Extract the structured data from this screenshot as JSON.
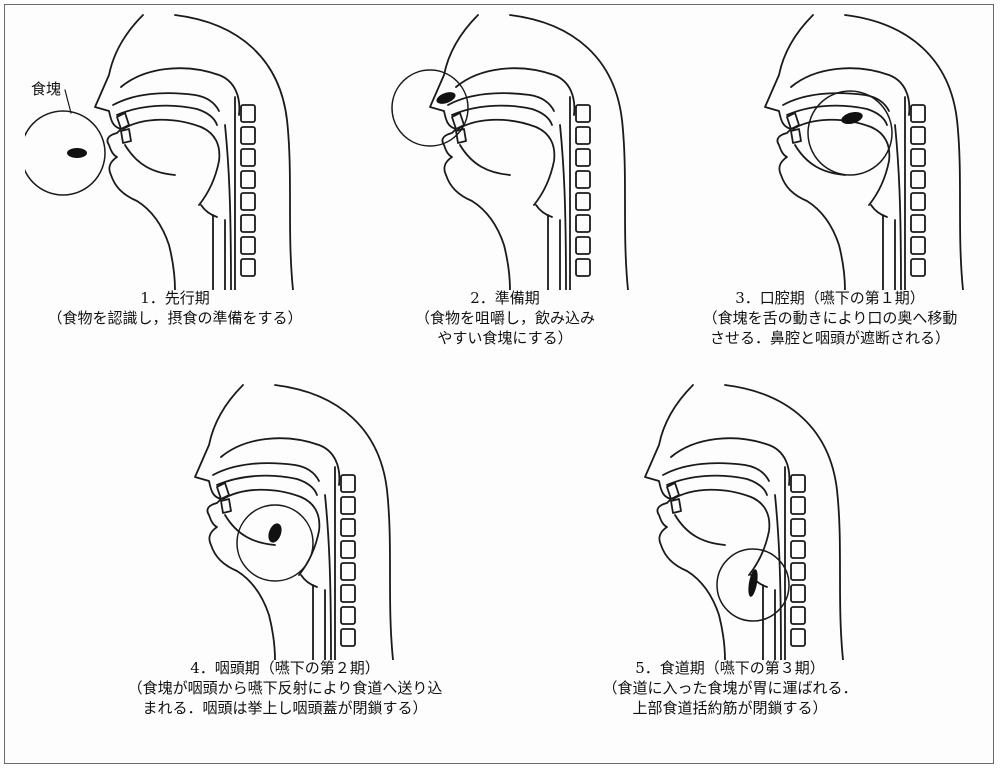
{
  "label_food_bolus": "食塊",
  "stages": [
    {
      "title": "1．先行期",
      "desc": [
        "（食物を認識し，摂食の準備をする）"
      ]
    },
    {
      "title": "2．準備期",
      "desc": [
        "（食物を咀嚼し，飲み込み",
        "やすい食塊にする）"
      ]
    },
    {
      "title": "3．口腔期（嚥下の第１期）",
      "desc": [
        "（食塊を舌の動きにより口の奥へ移動",
        "させる．鼻腔と咽頭が遮断される）"
      ]
    },
    {
      "title": "4．咽頭期（嚥下の第２期）",
      "desc": [
        "（食塊が咽頭から嚥下反射により食道へ送り込",
        "まれる．咽頭は挙上し咽頭蓋が閉鎖する）"
      ]
    },
    {
      "title": "5．食道期（嚥下の第３期）",
      "desc": [
        "（食道に入った食塊が胃に運ばれる．",
        "上部食道括約筋が閉鎖する）"
      ]
    }
  ]
}
